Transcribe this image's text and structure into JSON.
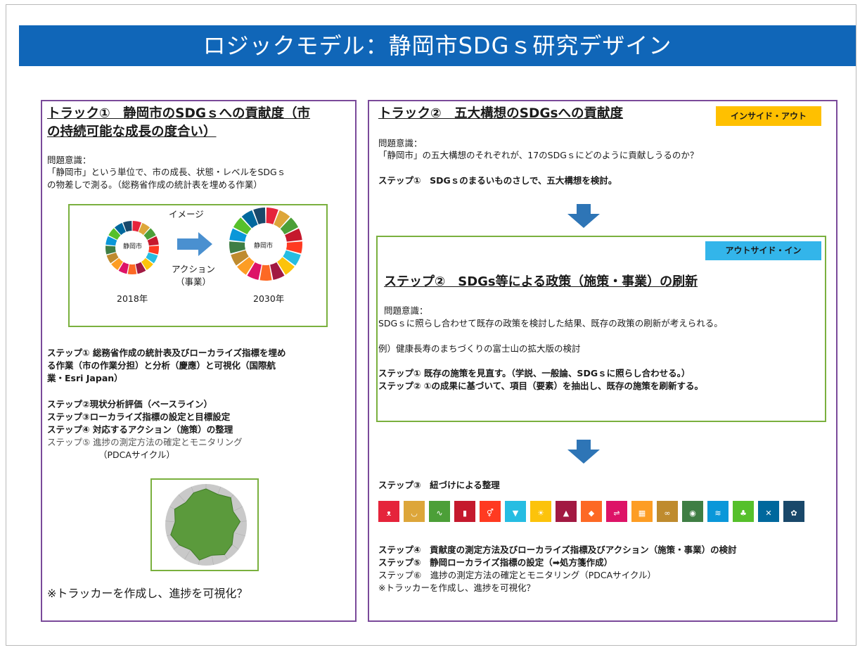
{
  "slide": {
    "title": "ロジックモデル：静岡市SDGｓ研究デザイン"
  },
  "track1": {
    "title_line1": "トラック①　静岡市のSDGｓへの貢献度（市",
    "title_line2": "の持続可能な成長の度合い）",
    "issue_label": "問題意識：",
    "issue_line1": "「静岡市」という単位で、市の成長、状態・レベルをSDGｓ",
    "issue_line2": "の物差しで測る。（総務省作成の統計表を埋める作業）",
    "image": {
      "caption_top": "イメージ",
      "ring_label_left": "静岡市",
      "ring_label_right": "静岡市",
      "action_line1": "アクション",
      "action_line2": "（事業）",
      "year_left": "2018年",
      "year_right": "2030年"
    },
    "step1_line1": "ステップ① 総務省作成の統計表及びローカライズ指標を埋め",
    "step1_line2": "る作業（市の作業分担）と分析（慶應）と可視化（国際航",
    "step1_line3": "業・Esri Japan）",
    "step2": "ステップ②現状分析評価（ベースライン）",
    "step3": "ステップ③ローカライズ指標の設定と目標設定",
    "step4": "ステップ④ 対応するアクション（施策）の整理",
    "step5": "ステップ⑤ 進捗の測定方法の確定とモニタリング",
    "step5_sub": "（PDCAサイクル）",
    "tracker_note": "※トラッカーを作成し、進捗を可視化？",
    "radar": {
      "values": [
        0.88,
        0.8,
        0.9,
        0.74,
        0.84,
        0.7,
        0.8,
        0.86,
        0.76,
        0.88,
        0.72,
        0.82,
        0.9,
        0.76,
        0.86,
        0.74,
        0.84
      ]
    }
  },
  "track2": {
    "title": "トラック②　五大構想のSDGsへの貢献度",
    "badge_insideout": "インサイド・アウト",
    "issue_label": "問題意識：",
    "issue_line": "「静岡市」の五大構想のそれぞれが、17のSDGｓにどのように貢献しうるのか？",
    "step1": "ステップ①　SDGｓのまるいものさしで、五大構想を検討。",
    "outside_in": {
      "badge": "アウトサイド・イン",
      "title": "ステップ②　SDGs等による政策（施策・事業）の刷新",
      "issue_label": "問題意識：",
      "issue_line": "SDGｓに照らし合わせて既存の政策を検討した結果、既存の政策の刷新が考えられる。",
      "example": "例）健康長寿のまちづくりの富士山の拡大版の検討",
      "sub_step1": "ステップ① 既存の施策を見直す。（学説、一般論、SDGｓに照らし合わせる。）",
      "sub_step2": "ステップ② ①の成果に基づいて、項目（要素）を抽出し、既存の施策を刷新する。"
    },
    "step3": "ステップ③　紐づけによる整理",
    "step4": "ステップ④　貢献度の測定方法及びローカライズ指標及びアクション（施策・事業）の検討",
    "step5": "ステップ⑤　静岡ローカライズ指標の設定（➡処方箋作成）",
    "step6": "ステップ⑥　進捗の測定方法の確定とモニタリング（PDCAサイクル）",
    "tracker_note": "※トラッカーを作成し、進捗を可視化？"
  },
  "sdg_colors": [
    "#e5243b",
    "#dda63a",
    "#4c9f38",
    "#c5192d",
    "#ff3a21",
    "#26bde2",
    "#fcc30b",
    "#a21942",
    "#fd6925",
    "#dd1367",
    "#fd9d24",
    "#bf8b2e",
    "#3f7e44",
    "#0a97d9",
    "#56c02b",
    "#00689d",
    "#19486a"
  ],
  "sdg_icons": [
    "people-icon",
    "bowl-icon",
    "heartbeat-icon",
    "book-icon",
    "gender-icon",
    "water-drop-icon",
    "sun-icon",
    "growth-chart-icon",
    "cubes-icon",
    "equality-icon",
    "buildings-icon",
    "infinity-icon",
    "eye-icon",
    "fish-icon",
    "tree-icon",
    "dove-icon",
    "wheel-icon"
  ],
  "colors": {
    "title_bar": "#1066b8",
    "panel_border": "#7a4a9a",
    "box_border": "#7ab03e",
    "arrow": "#2e75b6",
    "badge_insideout": "#ffc000",
    "badge_outsidein": "#33b5ea"
  }
}
